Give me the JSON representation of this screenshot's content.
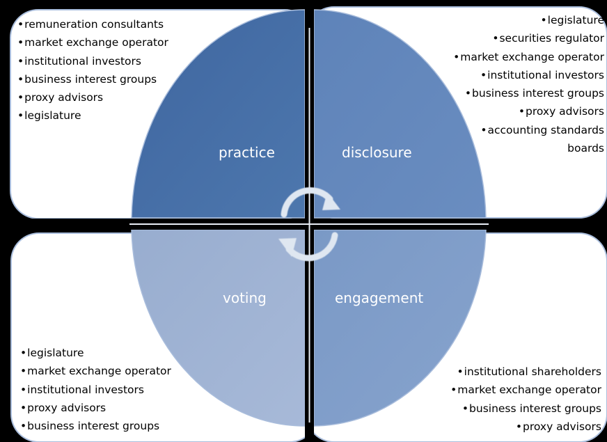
{
  "quadrants": {
    "practice": {
      "label": "practice",
      "color": "#4a72a8",
      "items": [
        "remuneration consultants",
        "market exchange operator",
        "institutional investors",
        "business interest groups",
        "proxy advisors",
        "legislature"
      ]
    },
    "disclosure": {
      "label": "disclosure",
      "color": "#6488bd",
      "items": [
        "legislature",
        "securities regulator",
        "market exchange operator",
        "institutional investors",
        "business interest groups",
        "proxy advisors",
        "accounting standards",
        "boards"
      ]
    },
    "voting": {
      "label": "voting",
      "color": "#a3b5d5",
      "items": [
        "legislature",
        "market exchange operator",
        "institutional investors",
        "proxy advisors",
        "business interest groups"
      ]
    },
    "engagement": {
      "label": "engagement",
      "color": "#829fcb",
      "items": [
        "institutional shareholders",
        "market exchange operator",
        "business interest groups",
        "proxy advisors"
      ]
    }
  },
  "colors": {
    "background": "#000000",
    "box_fill": "#ffffff",
    "box_border": "#a9bddc",
    "cycle_arrows": "#dfe7f1"
  },
  "icons": {
    "cycle": "circular-arrows-icon"
  }
}
